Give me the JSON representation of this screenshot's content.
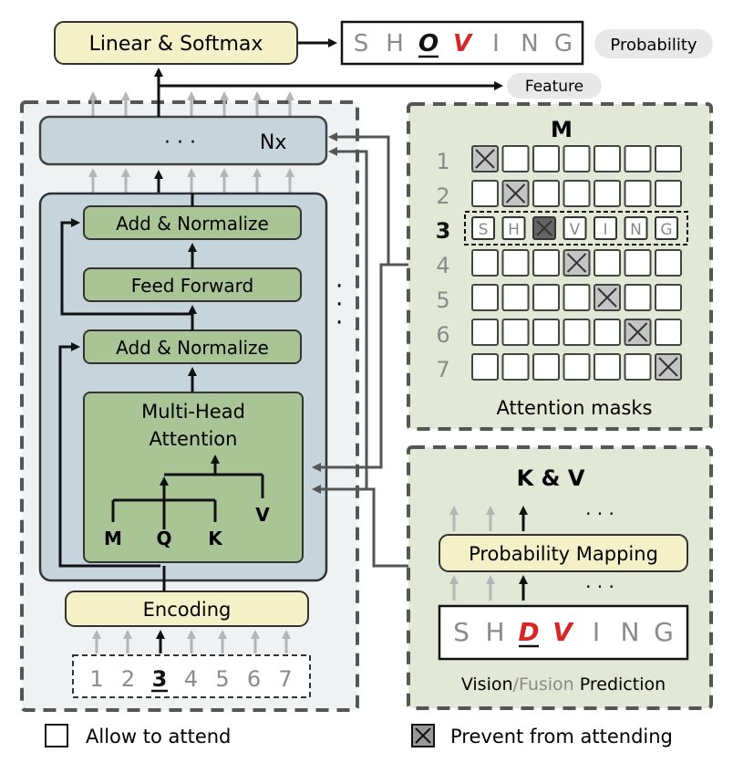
{
  "top": {
    "linear_softmax": "Linear & Softmax",
    "output_letters": [
      "S",
      "H",
      "O",
      "V",
      "I",
      "N",
      "G"
    ],
    "output_highlight": [
      2,
      3
    ],
    "output_underline": 2,
    "probability": "Probability",
    "feature": "Feature"
  },
  "decoder": {
    "nx": "· · ·          Nx",
    "add_norm_top": "Add & Normalize",
    "feed_forward": "Feed Forward",
    "add_norm_bottom": "Add & Normalize",
    "mha_line1": "Multi-Head",
    "mha_line2": "Attention",
    "m": "M",
    "q": "Q",
    "k": "K",
    "v": "V",
    "side_dots": ":",
    "encoding": "Encoding",
    "positions": [
      "1",
      "2",
      "3",
      "4",
      "5",
      "6",
      "7"
    ],
    "active_position": "3"
  },
  "masks": {
    "title": "M",
    "row_labels": [
      "1",
      "2",
      "3",
      "4",
      "5",
      "6",
      "7"
    ],
    "active_row": "3",
    "row3_letters": [
      "S",
      "H",
      "",
      "V",
      "I",
      "N",
      "G"
    ],
    "caption": "Attention masks"
  },
  "kv": {
    "title": "K & V",
    "dots": "· · ·",
    "prob_mapping": "Probability Mapping",
    "pred_letters": [
      "S",
      "H",
      "D",
      "V",
      "I",
      "N",
      "G"
    ],
    "pred_highlight": [
      2,
      3
    ],
    "pred_underline": 2,
    "caption_vision": "Vision",
    "caption_slash": "/",
    "caption_fusion": "Fusion",
    "caption_prediction": "Prediction"
  },
  "legend": {
    "allow": "Allow to attend",
    "prevent": "Prevent from attending"
  },
  "colors": {
    "yellow": "#f4f1c9",
    "green": "#a9c596",
    "green_panel": "#e1e8d6",
    "blue_panel": "#c6d4dc",
    "light_panel": "#eef2f3",
    "red": "#d62728",
    "gray_text": "#8a8a8a"
  }
}
